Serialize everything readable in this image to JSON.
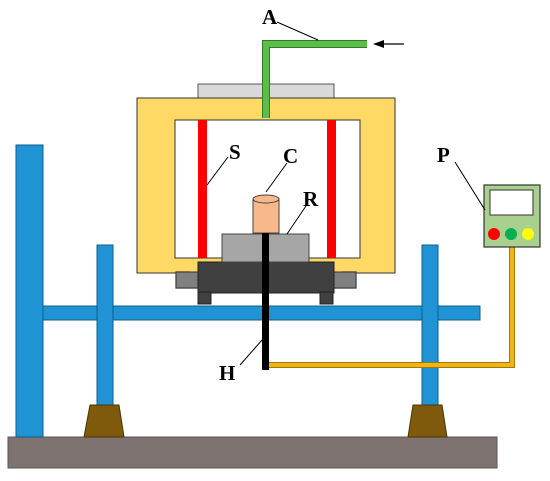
{
  "labels": {
    "A": "A",
    "S": "S",
    "C": "C",
    "R": "R",
    "P": "P",
    "H": "H"
  },
  "colors": {
    "frame_blue": "#1f93d3",
    "furnace_yellow": "#ffd966",
    "heater_red": "#ff0000",
    "crucible_peach": "#f8b88b",
    "base_gray": "#a6a6a6",
    "stand_dark": "#404040",
    "gas_pipe_green": "#5cbd4b",
    "wire_orange": "#f0b418",
    "thermocouple_black": "#000000",
    "floor_brown": "#7f7372",
    "foot_brown": "#7f5a0d",
    "lid_gray": "#d9d9d9",
    "controller_green": "#a9d08e",
    "led_red": "#ff0000",
    "led_green": "#00b050",
    "led_yellow": "#ffff00"
  }
}
